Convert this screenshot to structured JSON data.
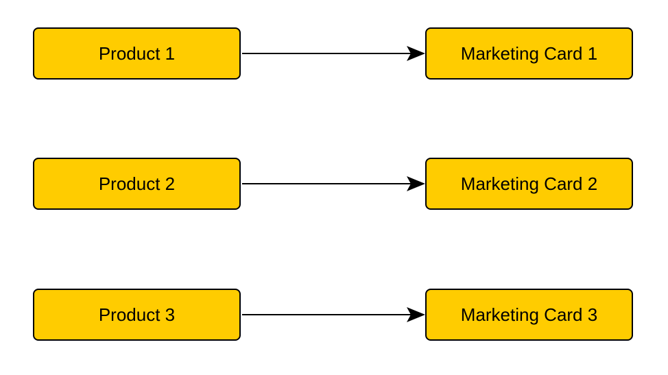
{
  "colors": {
    "node_fill": "#FFCC00",
    "node_border": "#000000",
    "edge": "#000000",
    "text": "#000000"
  },
  "nodes": {
    "product_1": "Product 1",
    "product_2": "Product 2",
    "product_3": "Product 3",
    "card_1": "Marketing Card 1",
    "card_2": "Marketing Card 2",
    "card_3": "Marketing Card 3"
  },
  "edges": [
    {
      "from": "product_1",
      "to": "card_1"
    },
    {
      "from": "product_2",
      "to": "card_2"
    },
    {
      "from": "product_3",
      "to": "card_3"
    }
  ]
}
